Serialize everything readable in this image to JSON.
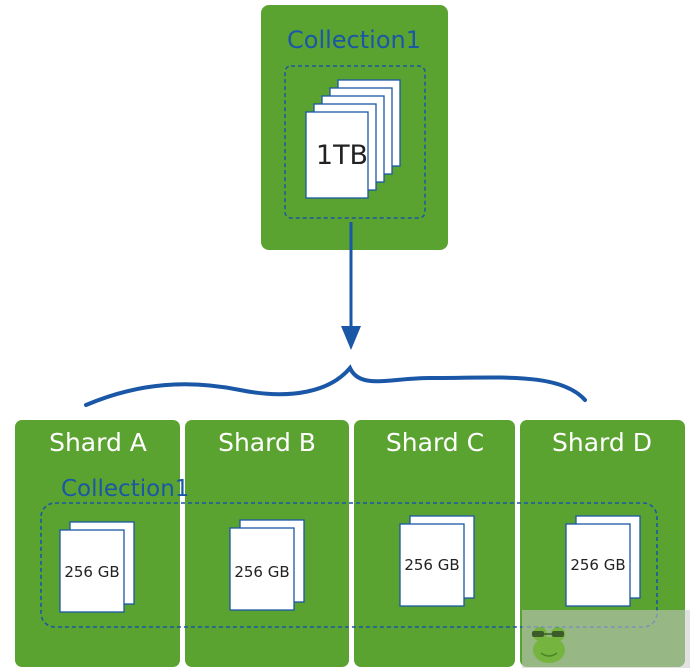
{
  "colors": {
    "green": "#5ba331",
    "blue": "#1a57a6",
    "page": "#ffffff",
    "doc_text": "#222222"
  },
  "top_box": {
    "title": "Collection1",
    "doc_label": "1TB"
  },
  "distributed_collection_label": "Collection1",
  "shards": [
    {
      "title": "Shard A",
      "doc_label": "256 GB"
    },
    {
      "title": "Shard B",
      "doc_label": "256 GB"
    },
    {
      "title": "Shard C",
      "doc_label": "256 GB"
    },
    {
      "title": "Shard D",
      "doc_label": "256 GB"
    }
  ],
  "icons": {
    "arrow": "down-arrow-icon",
    "brace": "curly-brace-icon",
    "watermark": "frog-sunglasses-icon"
  }
}
